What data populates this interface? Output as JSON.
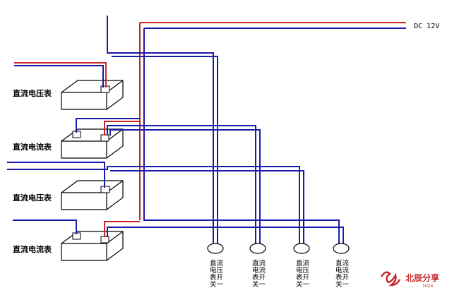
{
  "supply": {
    "label": "DC 12V"
  },
  "meters": [
    {
      "label": "直流电压表"
    },
    {
      "label": "直流电流表"
    },
    {
      "label": "直流电压表"
    },
    {
      "label": "直流电流表"
    }
  ],
  "switches": [
    {
      "chars": [
        "直流",
        "电压",
        "表开",
        "关一"
      ]
    },
    {
      "chars": [
        "直流",
        "电流",
        "表开",
        "关一"
      ]
    },
    {
      "chars": [
        "直流",
        "电压",
        "表开",
        "关一"
      ]
    },
    {
      "chars": [
        "直流",
        "电流",
        "表开",
        "关一"
      ]
    }
  ],
  "watermark": {
    "text": "北辰分享",
    "sub": "1024"
  },
  "colors": {
    "positive": "#c62828",
    "negative": "#1a1aa8",
    "outline": "#000000"
  }
}
